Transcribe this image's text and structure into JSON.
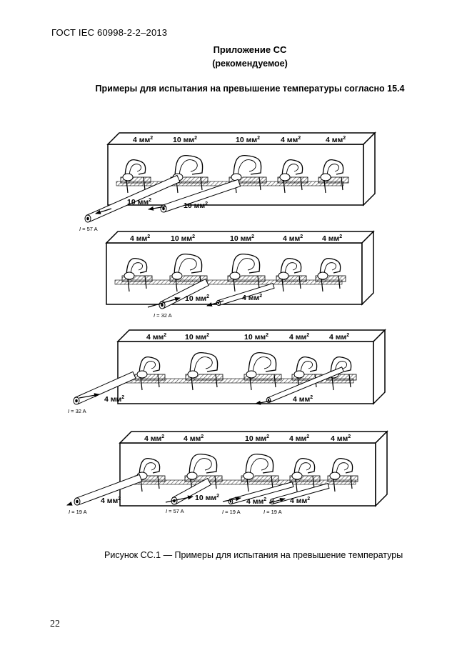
{
  "header": {
    "standard": "ГОСТ IEC 60998-2-2–2013"
  },
  "appendix": {
    "title": "Приложение СС",
    "subtitle": "(рекомендуемое)"
  },
  "section_title": "Примеры для испытания на превышение температуры согласно 15.4",
  "figure": {
    "panels": [
      {
        "top_labels": [
          {
            "num": "4 мм",
            "exp": "2"
          },
          {
            "num": "10 мм",
            "exp": "2"
          },
          {
            "num": "10 мм",
            "exp": "2"
          },
          {
            "num": "4 мм",
            "exp": "2"
          },
          {
            "num": "4 мм",
            "exp": "2"
          }
        ],
        "cables": [
          {
            "num": "10 мм",
            "exp": "2",
            "current_symbol": "I",
            "current_value": " = 57 A"
          },
          {
            "num": "10 мм",
            "exp": "2"
          }
        ]
      },
      {
        "top_labels": [
          {
            "num": "4 мм",
            "exp": "2"
          },
          {
            "num": "10 мм",
            "exp": "2"
          },
          {
            "num": "10 мм",
            "exp": "2"
          },
          {
            "num": "4 мм",
            "exp": "2"
          },
          {
            "num": "4 мм",
            "exp": "2"
          }
        ],
        "cables": [
          {
            "num": "10 мм",
            "exp": "2",
            "current_symbol": "I",
            "current_value": " = 32 A"
          },
          {
            "num": "4 мм",
            "exp": "2"
          }
        ]
      },
      {
        "top_labels": [
          {
            "num": "4 мм",
            "exp": "2"
          },
          {
            "num": "10 мм",
            "exp": "2"
          },
          {
            "num": "10 мм",
            "exp": "2"
          },
          {
            "num": "4 мм",
            "exp": "2"
          },
          {
            "num": "4 мм",
            "exp": "2"
          }
        ],
        "cables": [
          {
            "num": "4 мм",
            "exp": "2",
            "current_symbol": "I",
            "current_value": " = 32 A"
          },
          {
            "num": "4 мм",
            "exp": "2"
          }
        ]
      },
      {
        "top_labels": [
          {
            "num": "4 мм",
            "exp": "2"
          },
          {
            "num": "4 мм",
            "exp": "2"
          },
          {
            "num": "10 мм",
            "exp": "2"
          },
          {
            "num": "4 мм",
            "exp": "2"
          },
          {
            "num": "4 мм",
            "exp": "2"
          }
        ],
        "cables": [
          {
            "num": "4 мм",
            "exp": "2",
            "current_symbol": "I",
            "current_value": " = 19 A"
          },
          {
            "num": "10 мм",
            "exp": "2",
            "current_symbol": "I",
            "current_value": " = 57 A"
          },
          {
            "num": "4 мм",
            "exp": "2",
            "current_symbol": "I",
            "current_value": " = 19 A"
          },
          {
            "num": "4 мм",
            "exp": "2",
            "current_symbol": "I",
            "current_value": " = 19 A"
          }
        ]
      }
    ]
  },
  "caption": "Рисунок СС.1 — Примеры для испытания на превышение температуры",
  "page_number": "22"
}
